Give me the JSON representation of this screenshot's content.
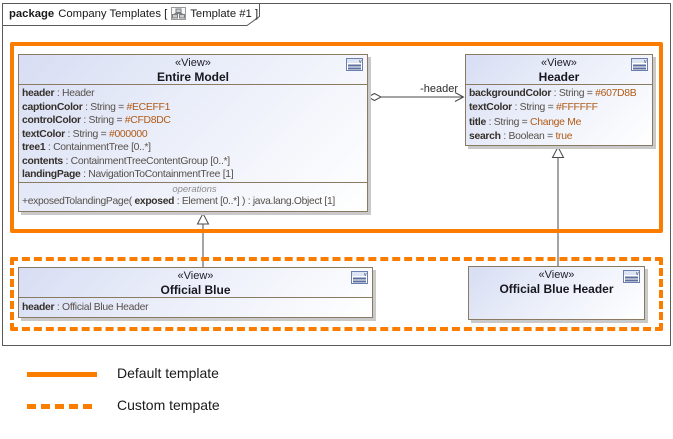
{
  "frame": {
    "keyword": "package",
    "package_name": "Company Templates [",
    "diagram_name": "Template #1 ]"
  },
  "icons": {
    "tab_icon": "content-diagram-icon",
    "class_badge": "view-window-icon"
  },
  "colors": {
    "template_highlight_orange": "#FB7D00",
    "class_border": "#8A7A64",
    "class_fill": "#D7DDF3",
    "attribute_value_text": "#B05A14",
    "connector_line": "#4A4A4A"
  },
  "classifiers": {
    "entire_model": {
      "stereotype": "«View»",
      "name": "Entire Model",
      "attributes": [
        {
          "name": "header",
          "mid": " : Header",
          "value": ""
        },
        {
          "name": "captionColor",
          "mid": " : String = ",
          "value": "#ECEFF1"
        },
        {
          "name": "controlColor",
          "mid": " : String = ",
          "value": "#CFD8DC"
        },
        {
          "name": "textColor",
          "mid": " : String = ",
          "value": "#000000"
        },
        {
          "name": "tree1",
          "mid": " : ContainmentTree [0..*]",
          "value": ""
        },
        {
          "name": "contents",
          "mid": " : ContainmentTreeContentGroup [0..*]",
          "value": ""
        },
        {
          "name": "landingPage",
          "mid": " : NavigationToContainmentTree [1]",
          "value": ""
        }
      ],
      "operations_label": "operations",
      "operations": [
        {
          "pre": "+exposedTolandingPage( ",
          "param": "exposed",
          "post": " : Element [0..*] ) : java.lang.Object [1]"
        }
      ]
    },
    "header": {
      "stereotype": "«View»",
      "name": "Header",
      "attributes": [
        {
          "name": "backgroundColor",
          "mid": " : String = ",
          "value": "#607D8B"
        },
        {
          "name": "textColor",
          "mid": " : String = ",
          "value": "#FFFFFF"
        },
        {
          "name": "title",
          "mid": " : String = ",
          "value": "Change Me"
        },
        {
          "name": "search",
          "mid": " : Boolean = ",
          "value": "true"
        }
      ]
    },
    "official_blue": {
      "stereotype": "«View»",
      "name": "Official Blue",
      "attributes": [
        {
          "name": "header",
          "mid": " : Official Blue Header",
          "value": ""
        }
      ]
    },
    "official_blue_header": {
      "stereotype": "«View»",
      "name": "Official Blue Header"
    }
  },
  "association": {
    "label": "-header"
  },
  "legend": {
    "items": [
      {
        "line_style": "solid",
        "label": "Default template"
      },
      {
        "line_style": "dashed",
        "label": "Custom tempate"
      }
    ]
  }
}
